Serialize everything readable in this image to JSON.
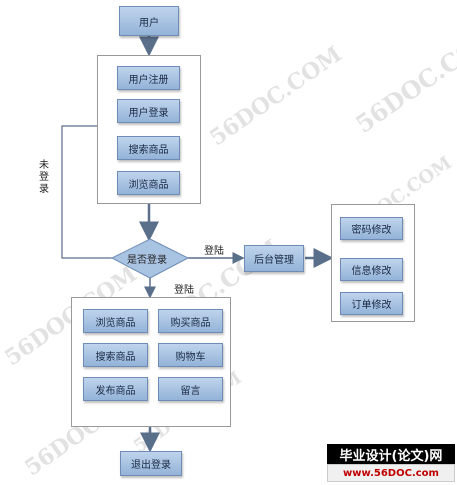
{
  "nodes": {
    "user": "用户",
    "register": "用户注册",
    "login": "用户登录",
    "search": "搜索商品",
    "browse": "浏览商品",
    "decision": "是否登录",
    "admin": "后台管理",
    "password_edit": "密码修改",
    "info_edit": "信息修改",
    "order_edit": "订单修改",
    "browse2": "浏览商品",
    "buy": "购买商品",
    "search2": "搜索商品",
    "cart": "购物车",
    "publish": "发布商品",
    "message": "留言",
    "logout": "退出登录"
  },
  "edge_labels": {
    "not_logged_in": "未登录",
    "logged_in_right": "登陆",
    "logged_in_down": "登陆"
  },
  "watermark": "56DOC.COM",
  "footer": {
    "line1": "毕业设计(论文)网",
    "line2": "www.56DOC.com"
  },
  "colors": {
    "node_fill": "#a9c3e3",
    "node_border": "#6e8cb5",
    "line": "#5a6f8a",
    "footer_bg": "#000000",
    "footer_url": "#c00000"
  }
}
